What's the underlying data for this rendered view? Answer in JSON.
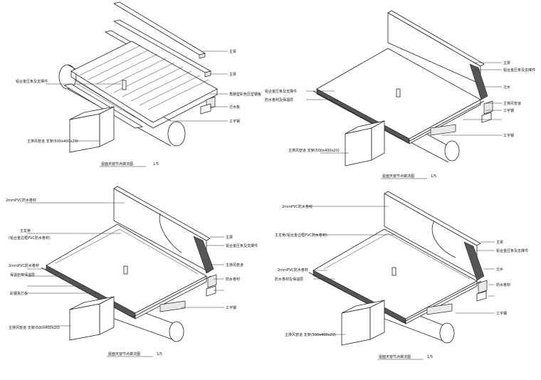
{
  "figures": [
    {
      "caption": "屋面天窗节点做法图",
      "scale": "1/5",
      "labels": {
        "purlin_top": "主梁",
        "purlin_bottom": "主梁",
        "roof_sheet": "角驰型彩色压型钢板",
        "left_fixture": "铝合金压条及支撑件",
        "rubber_seal": "泛水板",
        "beam": "工字钢",
        "duct": "主排风管道 支架(500x400x20)"
      }
    },
    {
      "caption": "屋面天窗节点做法图",
      "scale": "1/5",
      "labels": {
        "top_a": "主梁",
        "top_b": "铝合金压条及支撑件",
        "top_c": "泛水",
        "left_a": "铝合金压条及支撑件",
        "left_b": "防水卷材及保温层",
        "mid_a": "主排风管道",
        "mid_b": "工字钢",
        "beam": "工字钢",
        "duct": "主排风管道 支架(500x400x20)"
      }
    },
    {
      "caption": "屋面天窗节点做法图",
      "scale": "1/5",
      "labels": {
        "pvc": "2mmPVC防水卷材",
        "ridge": "主龙骨",
        "gap": "(铝合金边框PVC防水卷材)",
        "pvc2": "2mmPVC防水卷材",
        "insul": "保温岩棉保温层",
        "panel": "彩钢夹芯板",
        "r_a": "主梁",
        "r_b": "铝合金压条及支撑件",
        "r_c": "主排风管道",
        "r_d": "防水卷材",
        "r_e": "工字钢",
        "duct": "主排风管道 支架(500x400x20)"
      }
    },
    {
      "caption": "屋面天窗节点做法图",
      "scale": "1/5",
      "labels": {
        "pvc": "2mmPVC防水卷材",
        "ridge": "主龙骨(铝合金边框PVC防水卷材)",
        "pvc2": "2mmPVC防水卷材",
        "insul": "防水卷材及保温层",
        "r_a": "主梁",
        "r_b": "铝合金压条及支撑件",
        "r_c": "泛水",
        "r_d": "防水卷材",
        "r_e": "工字钢",
        "duct": "主排风管道 支架(500x400x20)"
      }
    }
  ]
}
